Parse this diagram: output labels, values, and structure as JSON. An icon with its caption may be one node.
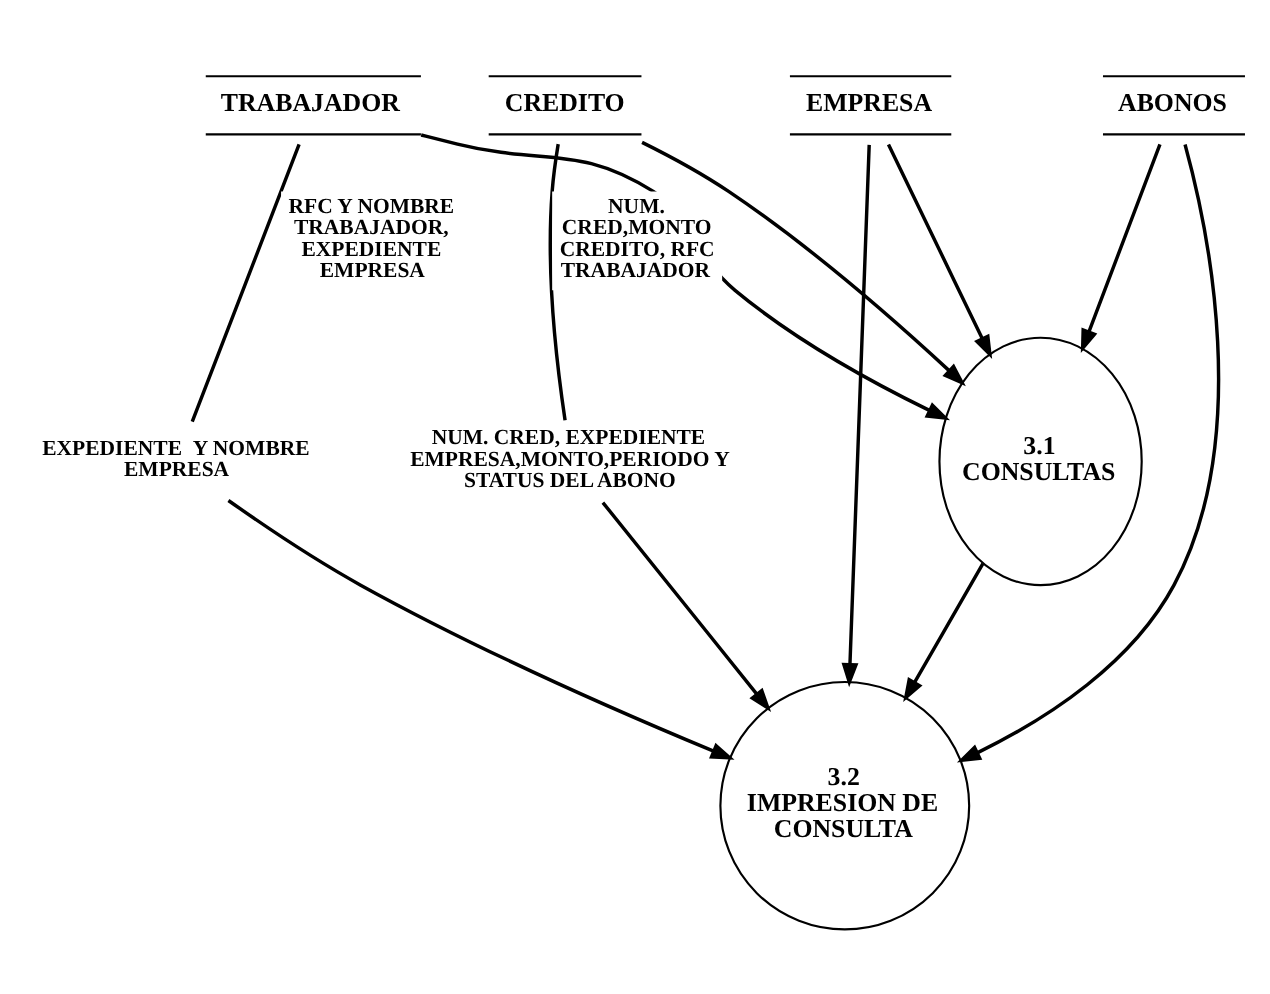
{
  "diagram": {
    "nodes": [
      {
        "text": [
          "TRABAJADOR"
        ]
      },
      {
        "text": [
          "CREDITO"
        ]
      },
      {
        "text": [
          "3.1",
          "CONSULTAS"
        ]
      },
      {
        "text": [
          "EMPRESA"
        ]
      },
      {
        "text": [
          "EXPEDIENTE  Y NOMBRE EMPRESA"
        ]
      },
      {
        "text": [
          "ABONOS"
        ]
      },
      {
        "text": [
          "NUM. CRED, EXPEDIENTE EMPRESA,MONTO,PERIODO Y STATUS DEL ABONO"
        ]
      },
      {
        "text": [
          "3.2",
          "IMPRESION DE CONSULTA"
        ]
      }
    ],
    "edges": [
      {
        "from": 0,
        "to": 2,
        "arrow": "to"
      },
      {
        "from": 1,
        "to": 2,
        "arrow": "to"
      },
      {
        "from": 3,
        "to": 2,
        "arrow": "to"
      },
      {
        "from": 5,
        "to": 2,
        "arrow": "to"
      },
      {
        "from": 2,
        "to": 7,
        "arrow": "to"
      },
      {
        "from": 0,
        "to": 4,
        "arrow": "none",
        "label": "RFC Y NOMBRE TRABAJADOR, EXPEDIENTE EMPRESA"
      },
      {
        "from": 4,
        "to": 7,
        "arrow": "to"
      },
      {
        "from": 3,
        "to": 7,
        "arrow": "to"
      },
      {
        "from": 1,
        "to": 6,
        "arrow": "none",
        "label": "NUM. CRED,MONTO CREDITO, RFC TRABAJADOR"
      },
      {
        "from": 6,
        "to": 7,
        "arrow": "to"
      },
      {
        "from": 5,
        "to": 7,
        "arrow": "to"
      }
    ]
  }
}
